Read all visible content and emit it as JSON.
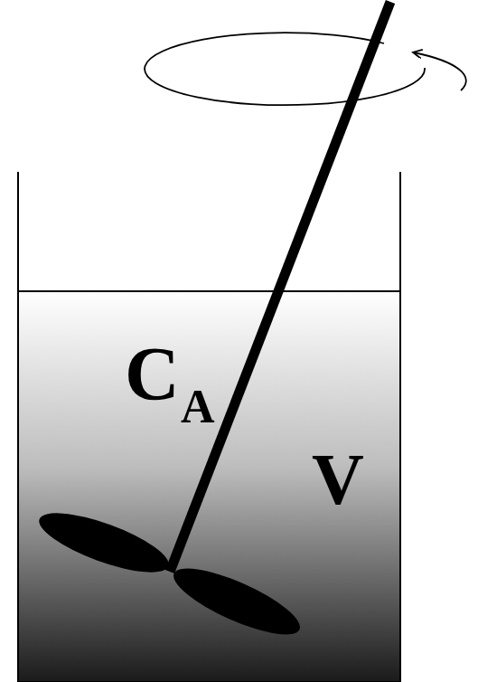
{
  "diagram": {
    "labels": [
      "C",
      "A",
      "V"
    ]
  }
}
